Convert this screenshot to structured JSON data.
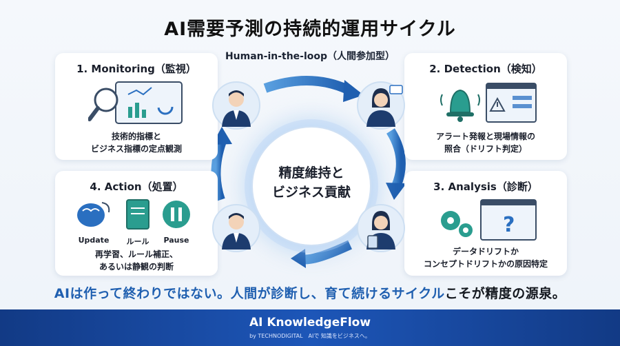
{
  "title": "AI需要予測の持続的運用サイクル",
  "loop_label": "Human-in-the-loop（人間参加型）",
  "center": {
    "line1": "精度維持と",
    "line2": "ビジネス貢献"
  },
  "steps": [
    {
      "title": "1. Monitoring（監視）",
      "desc1": "技術的指標と",
      "desc2": "ビジネス指標の定点観測"
    },
    {
      "title": "2. Detection（検知）",
      "desc1": "アラート発報と現場情報の",
      "desc2": "照合（ドリフト判定）"
    },
    {
      "title": "3. Analysis（診断）",
      "desc1": "データドリフトか",
      "desc2": "コンセプトドリフトかの原因特定"
    },
    {
      "title": "4. Action（処置）",
      "desc1": "再学習、ルール補正、",
      "desc2": "あるいは静観の判断",
      "icons": [
        {
          "label": "Update"
        },
        {
          "label": "ルール"
        },
        {
          "label": "Pause"
        }
      ]
    }
  ],
  "tagline": {
    "part1": "AIは作って終わりではない。人間が診断し、育て続けるサイクル",
    "part2": "こそが精度の源泉。"
  },
  "footer": {
    "brand": "AI KnowledgeFlow",
    "sub": "by TECHNODIGITAL　AIで 知識をビジネスへ。"
  },
  "colors": {
    "accent": "#1f5fb0",
    "footer": "#1a4fa8",
    "teal": "#2a9d8f"
  }
}
